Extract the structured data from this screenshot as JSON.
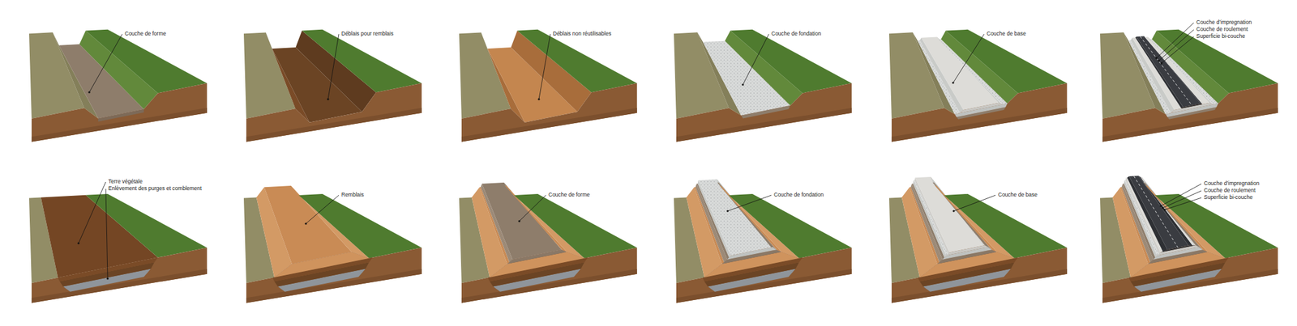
{
  "diagram": {
    "labels": [
      "Couche de forme",
      "Déblais pour remblais",
      "Déblais non réutilisables",
      "Couche de fondation",
      "Couche de base",
      "Couche d’impregnation",
      "Couche de roulement",
      "Superficie bi-couche",
      "Terre végétale",
      "Enlèvement des purges et comblement",
      "Remblais",
      "Couche de forme",
      "Couche de fondation",
      "Couche de base",
      "Couche d’impregnation",
      "Couche de roulement",
      "Superficie bi-couche"
    ]
  }
}
